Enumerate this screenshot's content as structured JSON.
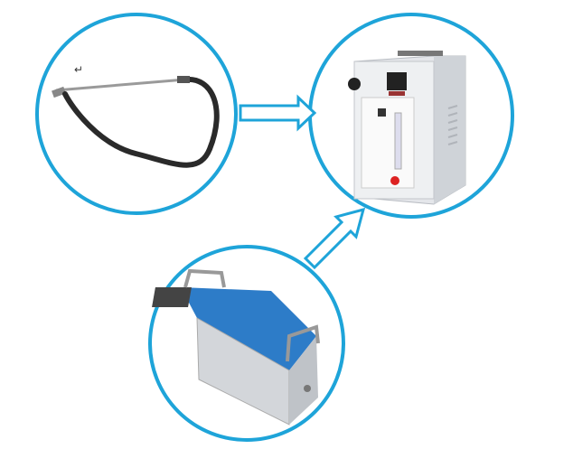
{
  "diagram": {
    "accent_color": "#1ea4d9",
    "return_mark": "↵",
    "nodes": [
      {
        "id": "sampling-probe",
        "icon": "sampling-probe-with-hose"
      },
      {
        "id": "gas-conditioner",
        "icon": "gas-conditioning-unit"
      },
      {
        "id": "portable-analyzer",
        "icon": "portable-gas-analyzer"
      }
    ],
    "edges": [
      {
        "from": "sampling-probe",
        "to": "gas-conditioner"
      },
      {
        "from": "portable-analyzer",
        "to": "gas-conditioner"
      }
    ]
  }
}
